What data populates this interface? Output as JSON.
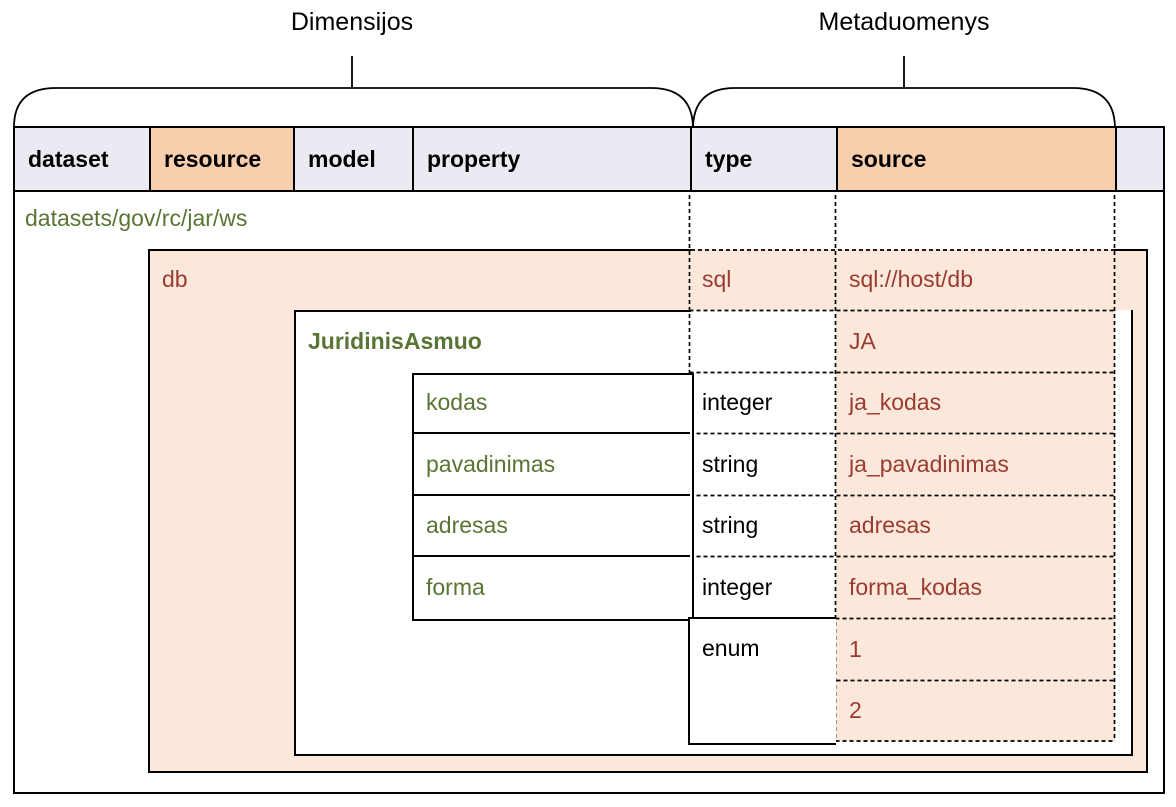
{
  "labels": {
    "dimensions": "Dimensijos",
    "metadata": "Metaduomenys"
  },
  "header": {
    "columns": [
      {
        "label": "dataset",
        "highlighted": false
      },
      {
        "label": "resource",
        "highlighted": true
      },
      {
        "label": "model",
        "highlighted": false
      },
      {
        "label": "property",
        "highlighted": false
      },
      {
        "label": "type",
        "highlighted": false
      },
      {
        "label": "source",
        "highlighted": true
      },
      {
        "label": "",
        "highlighted": false
      }
    ]
  },
  "rows": {
    "dataset_path": "datasets/gov/rc/jar/ws",
    "resource": {
      "name": "db",
      "type": "sql",
      "source": "sql://host/db"
    },
    "model": {
      "name": "JuridinisAsmuo",
      "source": "JA"
    },
    "properties": [
      {
        "name": "kodas",
        "type": "integer",
        "source": "ja_kodas"
      },
      {
        "name": "pavadinimas",
        "type": "string",
        "source": "ja_pavadinimas"
      },
      {
        "name": "adresas",
        "type": "string",
        "source": "adresas"
      },
      {
        "name": "forma",
        "type": "integer",
        "source": "forma_kodas"
      }
    ],
    "enum": {
      "type": "enum",
      "values": [
        "1",
        "2"
      ]
    }
  },
  "colors": {
    "header_bg": "#eaeaf2",
    "highlight_bg": "#f8cfad",
    "resource_fill": "#fce8da",
    "name_text": "#5a7434",
    "source_text": "#9a3b32",
    "type_text": "#000000",
    "line": "#000000"
  }
}
